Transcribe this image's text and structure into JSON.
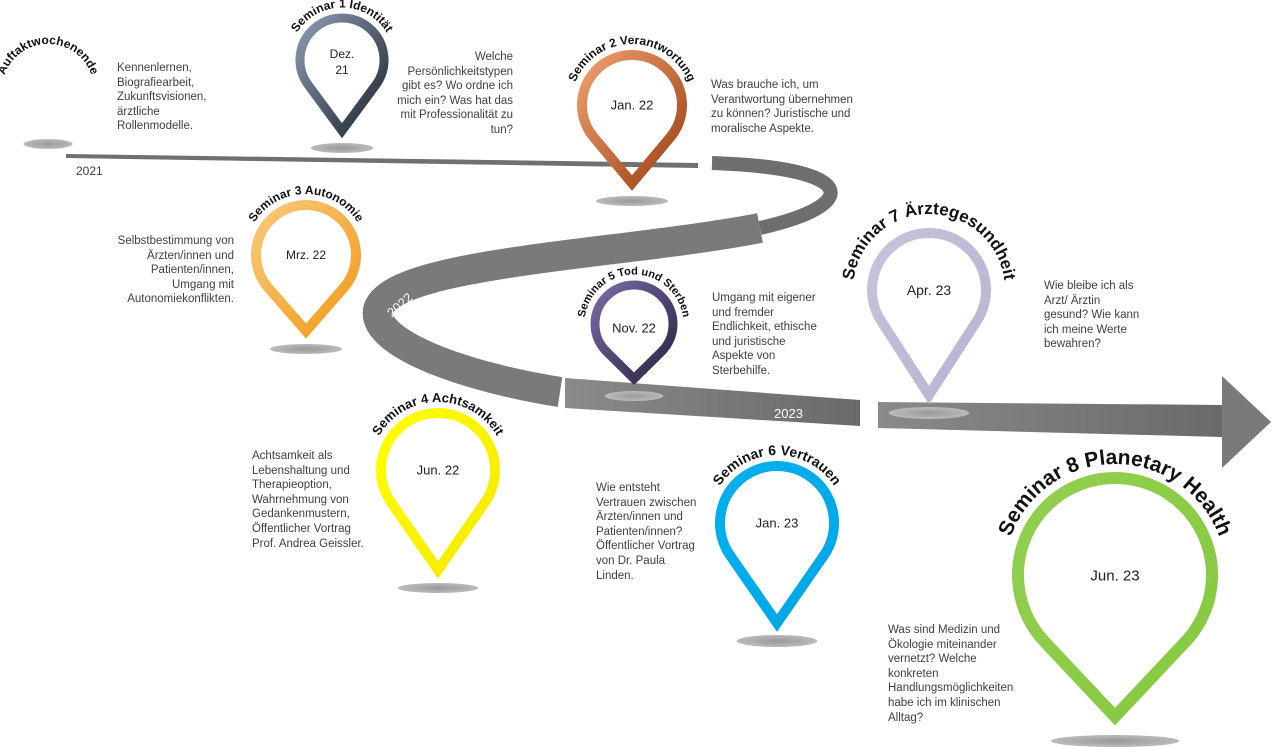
{
  "title": "Timeline Seminarreihe",
  "years": {
    "y2021": "2021",
    "y2022": "2022",
    "y2023": "2023"
  },
  "events": [
    {
      "title": "Auftaktwochenende",
      "date": "",
      "color": "#c0392b",
      "color2": "#6e1e14",
      "description": "Kennenlernen,\nBiografiearbeit,\nZukunftsvisionen,\närztliche\nRollenmodelle."
    },
    {
      "title": "Seminar 1 Identität",
      "date": "Dez.",
      "date2": "21",
      "color": "#8c9bb3",
      "color2": "#1f2630",
      "description": "Welche\nPersönlichkeitstypen\ngibt es? Wo ordne ich\nmich ein? Was hat das\nmit Professionalität zu\ntun?"
    },
    {
      "title": "Seminar 2 Verantwortung",
      "date": "Jan. 22",
      "color": "#f0a070",
      "color2": "#9c3f12",
      "description": "Was brauche ich, um\nVerantwortung übernehmen\nzu können? Juristische und\nmoralische Aspekte."
    },
    {
      "title": "Seminar 3 Autonomie",
      "date": "Mrz. 22",
      "color": "#f9c97a",
      "color2": "#f39a1a",
      "description": "Selbstbestimmung von\nÄrzten/innen und\nPatienten/innen,\nUmgang mit\nAutonomiekonflikten."
    },
    {
      "title": "Seminar 4 Achtsamkeit",
      "date": "Jun. 22",
      "color": "#ffff00",
      "color2": "#f5e800",
      "description": "Achtsamkeit als\nLebenshaltung und\nTherapieoption,\nWahrnehmung von\nGedankenmustern,\nÖffentlicher Vortrag\nProf. Andrea Geissler."
    },
    {
      "title": "Seminar 5 Tod und Sterben",
      "date": "Nov. 22",
      "color": "#7b6aa8",
      "color2": "#2a2340",
      "description": "Umgang mit eigener\nund fremder\nEndlichkeit, ethische\nund juristische\nAspekte von\nSterbehilfe."
    },
    {
      "title": "Seminar 6 Vertrauen",
      "date": "Jan. 23",
      "color": "#00b0f0",
      "color2": "#00a6e6",
      "description": "Wie entsteht\nVertrauen zwischen\nÄrzten/innen und\nPatienten/innen?\nÖffentlicher Vortrag\nvon Dr. Paula\nLinden."
    },
    {
      "title": "Seminar 7 Ärztegesundheit",
      "date": "Apr. 23",
      "color": "#c8c2dc",
      "color2": "#b9b2d2",
      "description": "Wie bleibe ich als\nArzt/ Ärztin\ngesund? Wie kann\nich meine Werte\nbewahren?"
    },
    {
      "title": "Seminar 8 Planetary Health",
      "date": "Jun. 23",
      "color": "#92d050",
      "color2": "#86c83f",
      "description": "Was sind Medizin und\nÖkologie miteinander\nvernetzt? Welche\nkonkreten\nHandlungsmöglichkeiten\nhabe ich im klinischen\nAlltag?"
    }
  ]
}
